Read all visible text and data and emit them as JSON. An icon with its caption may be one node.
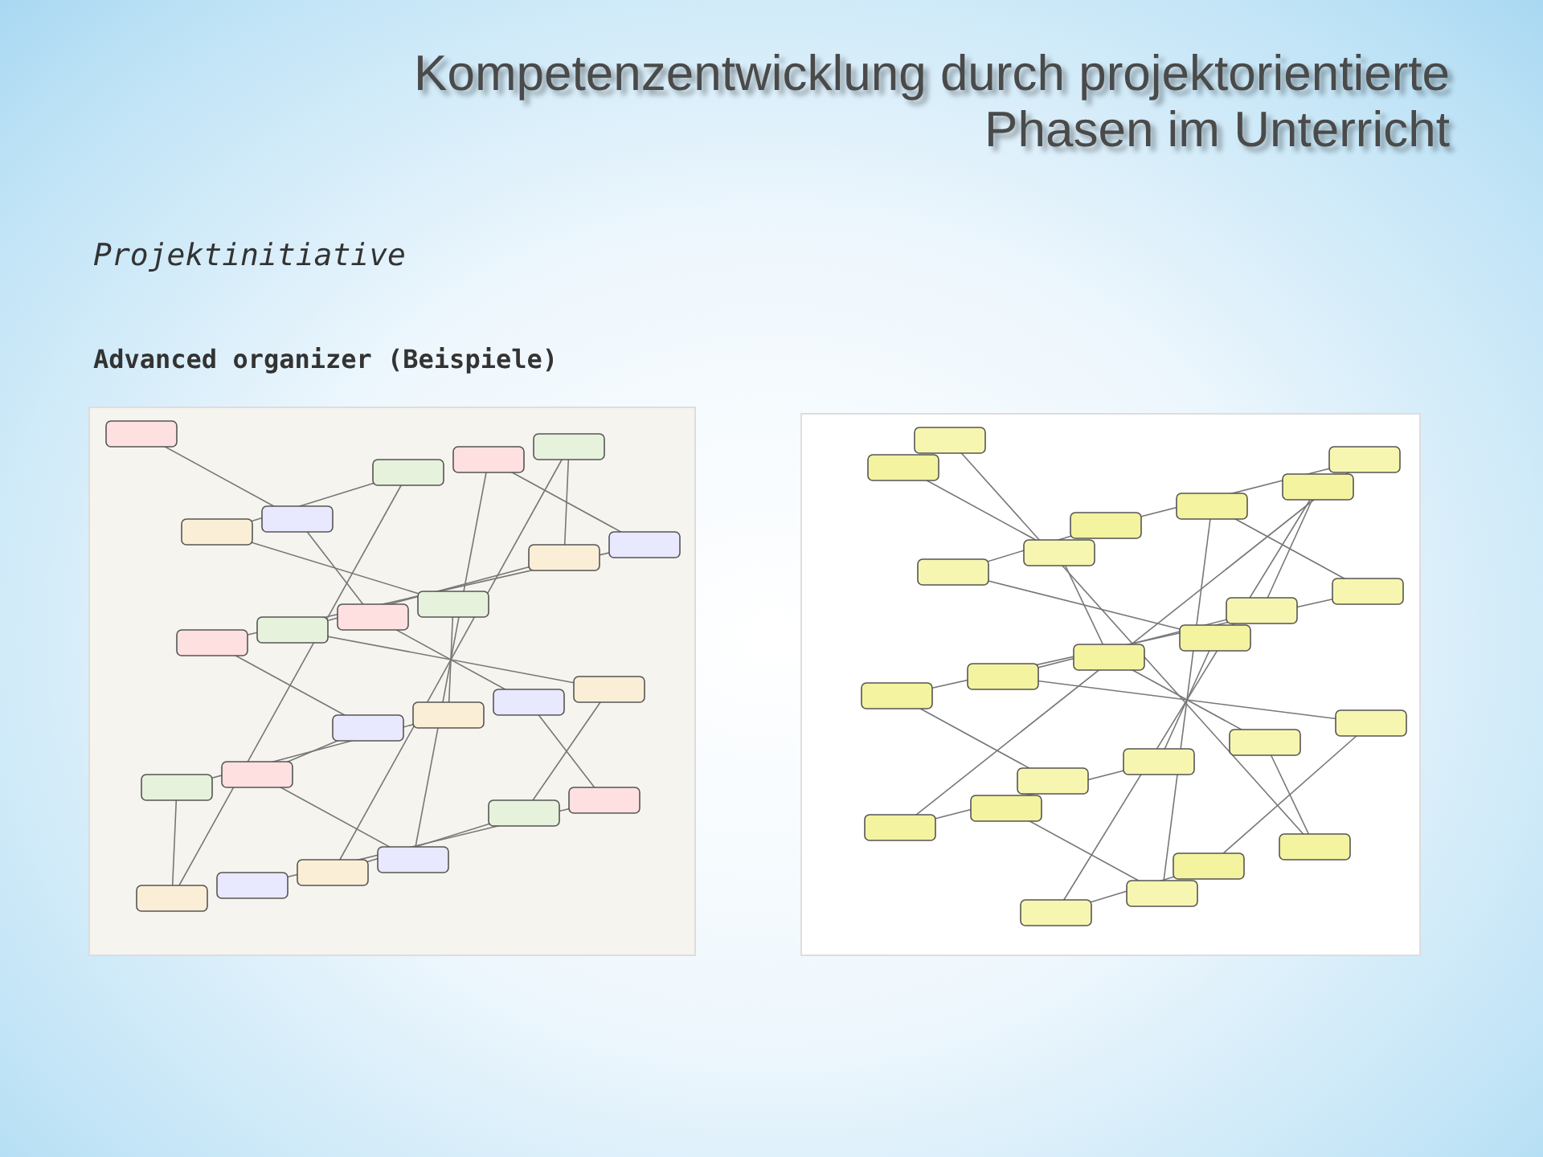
{
  "diagram": {
    "title": "Kompetenzentwicklung durch projektorientierte Phasen im Unterricht",
    "nodes": [
      {
        "text": [],
        "shape": "picture"
      },
      {
        "text": [],
        "shape": "picture"
      }
    ],
    "labels": [
      "Projektinitiative",
      "Advanced organizer (Beispiele)"
    ]
  }
}
